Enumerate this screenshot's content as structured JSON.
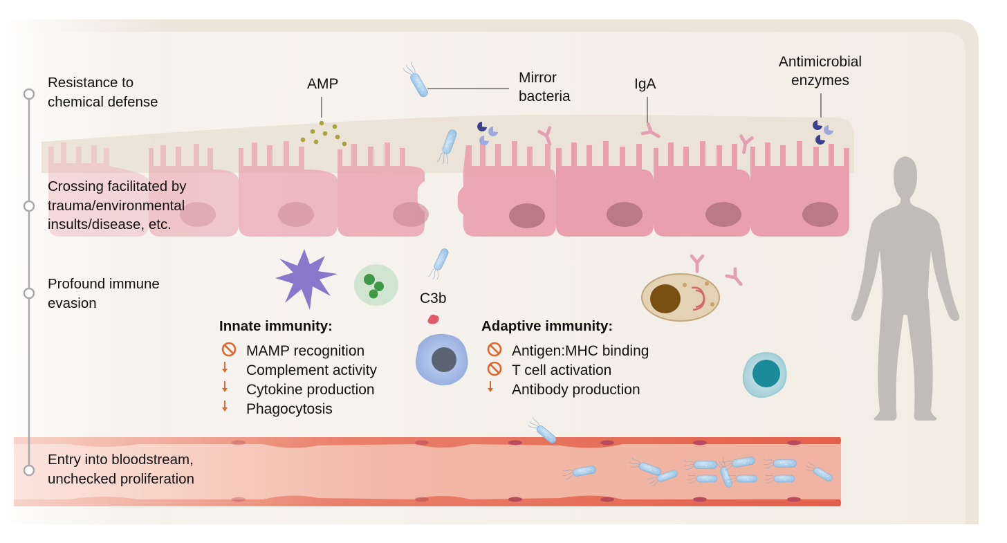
{
  "stages": [
    {
      "label": "Resistance to\nchemical defense"
    },
    {
      "label": "Crossing facilitated by\ntrauma/environmental\ninsults/disease, etc."
    },
    {
      "label": "Profound immune\nevasion"
    },
    {
      "label": "Entry into bloodstream,\nunchecked proliferation"
    }
  ],
  "labels": {
    "amp": "AMP",
    "mirror_bacteria": "Mirror\nbacteria",
    "iga": "IgA",
    "antimicrobial_enzymes": "Antimicrobial\nenzymes",
    "c3b": "C3b"
  },
  "innate": {
    "heading": "Innate immunity:",
    "items": [
      {
        "text": "MAMP recognition",
        "effect": "blocked"
      },
      {
        "text": "Complement activity",
        "effect": "decreased"
      },
      {
        "text": "Cytokine production",
        "effect": "decreased"
      },
      {
        "text": "Phagocytosis",
        "effect": "decreased"
      }
    ]
  },
  "adaptive": {
    "heading": "Adaptive immunity:",
    "items": [
      {
        "text": "Antigen:MHC binding",
        "effect": "blocked"
      },
      {
        "text": "T cell activation",
        "effect": "blocked"
      },
      {
        "text": "Antibody production",
        "effect": "decreased"
      }
    ]
  },
  "colors": {
    "accent_orange": "#e0662c",
    "epithelium_pink": "#eaa0ac",
    "bacteria_blue": "#a9cde9",
    "vessel_red": "#e06a58",
    "timeline_gray": "#a9a9ad",
    "human_silhouette": "#bfbcba"
  }
}
